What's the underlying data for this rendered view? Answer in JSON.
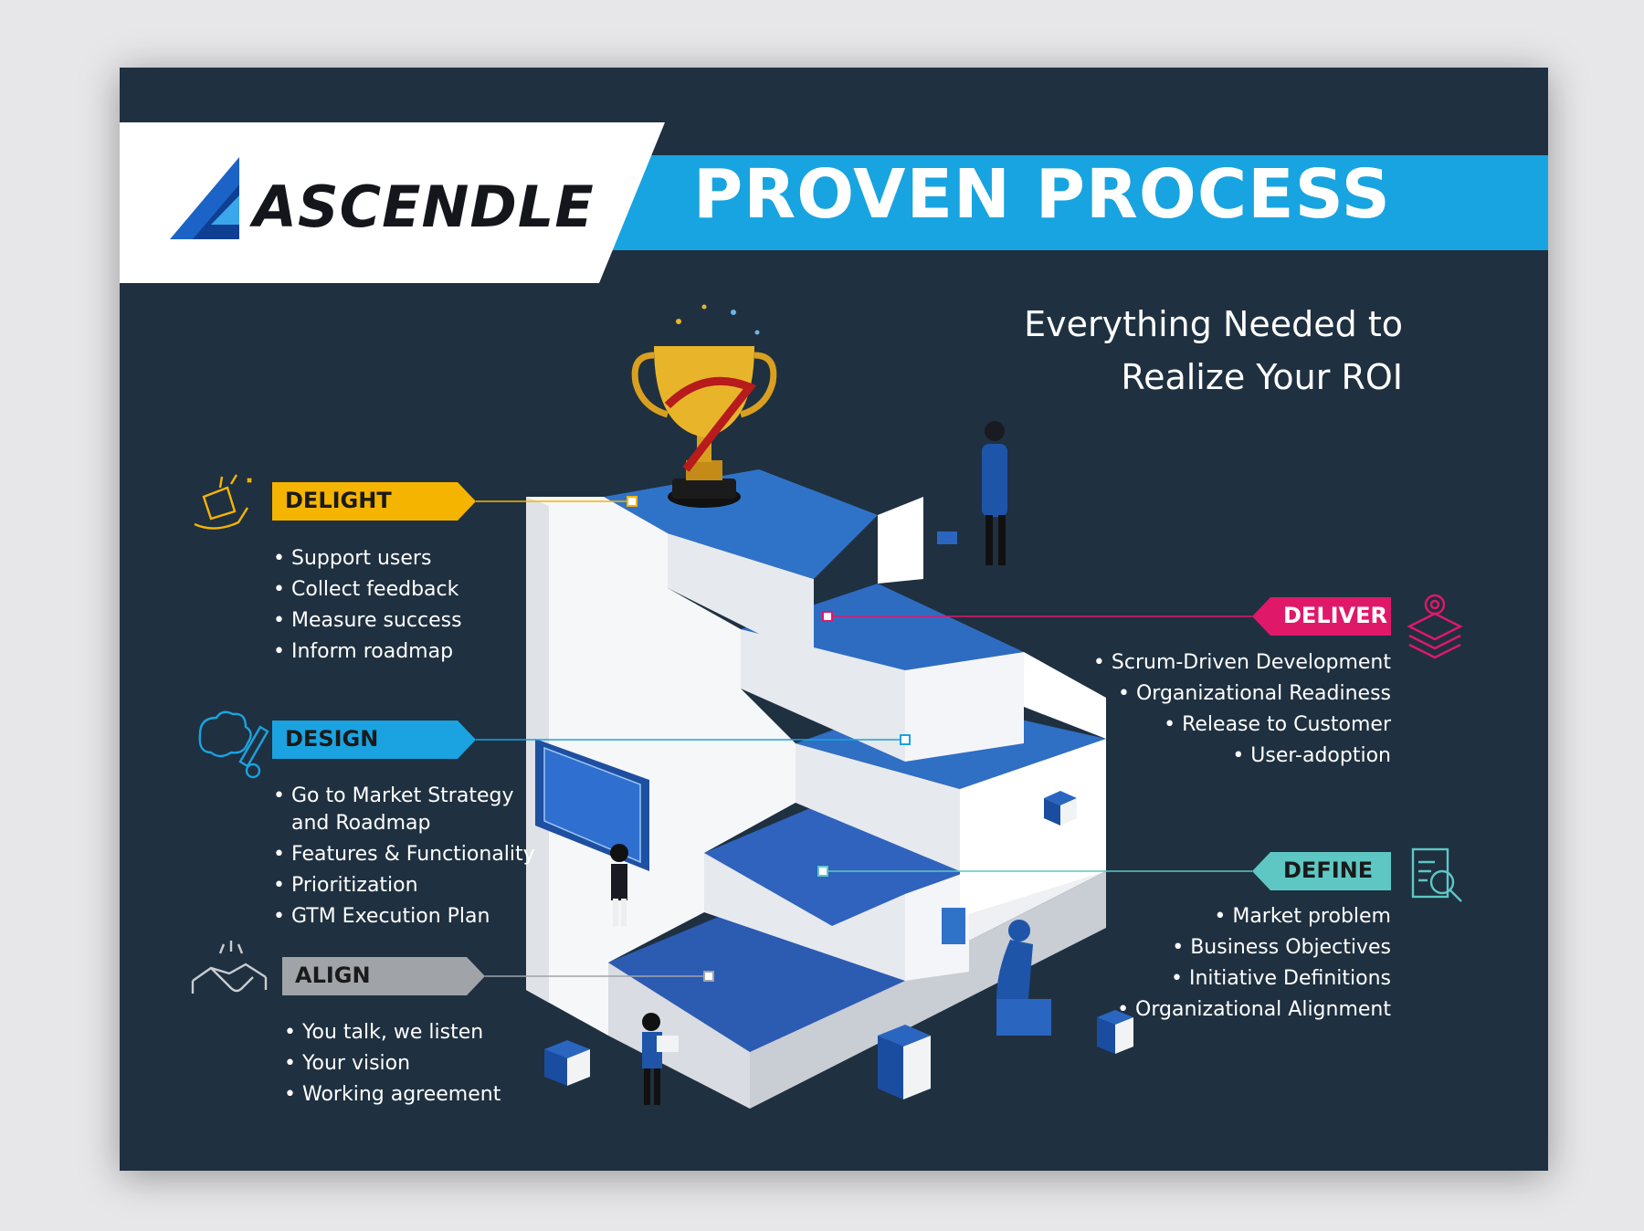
{
  "brand": {
    "name": "ASCENDLE"
  },
  "header": {
    "title": "PROVEN PROCESS",
    "subtitle_lines": [
      "Everything Needed to",
      "Realize Your ROI"
    ]
  },
  "stages": {
    "delight": {
      "label": "DELIGHT",
      "items": [
        "Support users",
        "Collect feedback",
        "Measure success",
        "Inform roadmap"
      ],
      "color": "#f5b400",
      "icon": "trophy-hand-icon"
    },
    "design": {
      "label": "DESIGN",
      "items": [
        "Go to Market Strategy",
        "and Roadmap",
        "Features & Functionality",
        "Prioritization",
        "GTM Execution Plan"
      ],
      "color": "#1aa3e0",
      "icon": "brain-pencil-icon"
    },
    "align": {
      "label": "ALIGN",
      "items": [
        "You talk, we listen",
        "Your vision",
        "Working agreement"
      ],
      "color": "#a0a4a9",
      "icon": "handshake-icon"
    },
    "deliver": {
      "label": "DELIVER",
      "items": [
        "Scrum-Driven Development",
        "Organizational Readiness",
        "Release to Customer",
        "User-adoption"
      ],
      "color": "#e0186a",
      "icon": "layers-gear-icon"
    },
    "define": {
      "label": "DEFINE",
      "items": [
        "Market problem",
        "Business Objectives",
        "Initiative Definitions",
        "Organizational Alignment"
      ],
      "color": "#5ec7c4",
      "icon": "document-magnifier-icon"
    }
  },
  "colors": {
    "background": "#1f3040",
    "banner": "#18a4e0",
    "stair_top": "#2f6fc4",
    "stair_face": "#f2f3f5"
  }
}
